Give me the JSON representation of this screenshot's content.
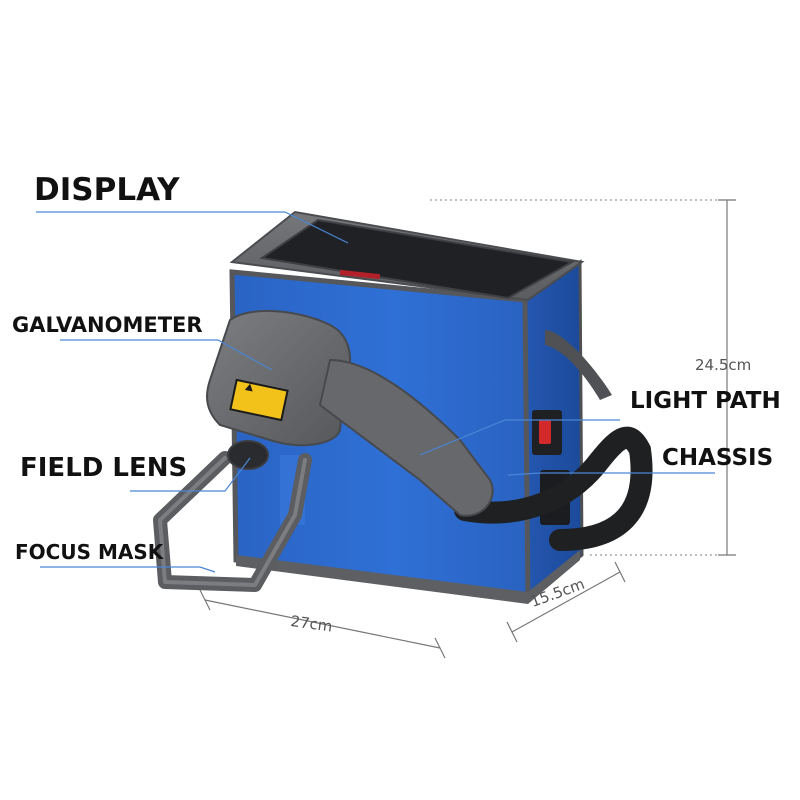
{
  "callouts": {
    "display": "DISPLAY",
    "galvanometer": "GALVANOMETER",
    "field_lens": "FIELD LENS",
    "focus_mask": "FOCUS MASK",
    "light_path": "LIGHT PATH",
    "chassis": "CHASSIS"
  },
  "dimensions": {
    "height": "24.5cm",
    "width": "27cm",
    "depth": "15.5cm"
  },
  "colors": {
    "body_blue": "#2f6fd0",
    "frame_gray": "#5f6164",
    "handle_gray": "#6b6d70",
    "screen": "#232427",
    "leader_line": "#4a86d6",
    "warning_label": "#f2c21a"
  }
}
